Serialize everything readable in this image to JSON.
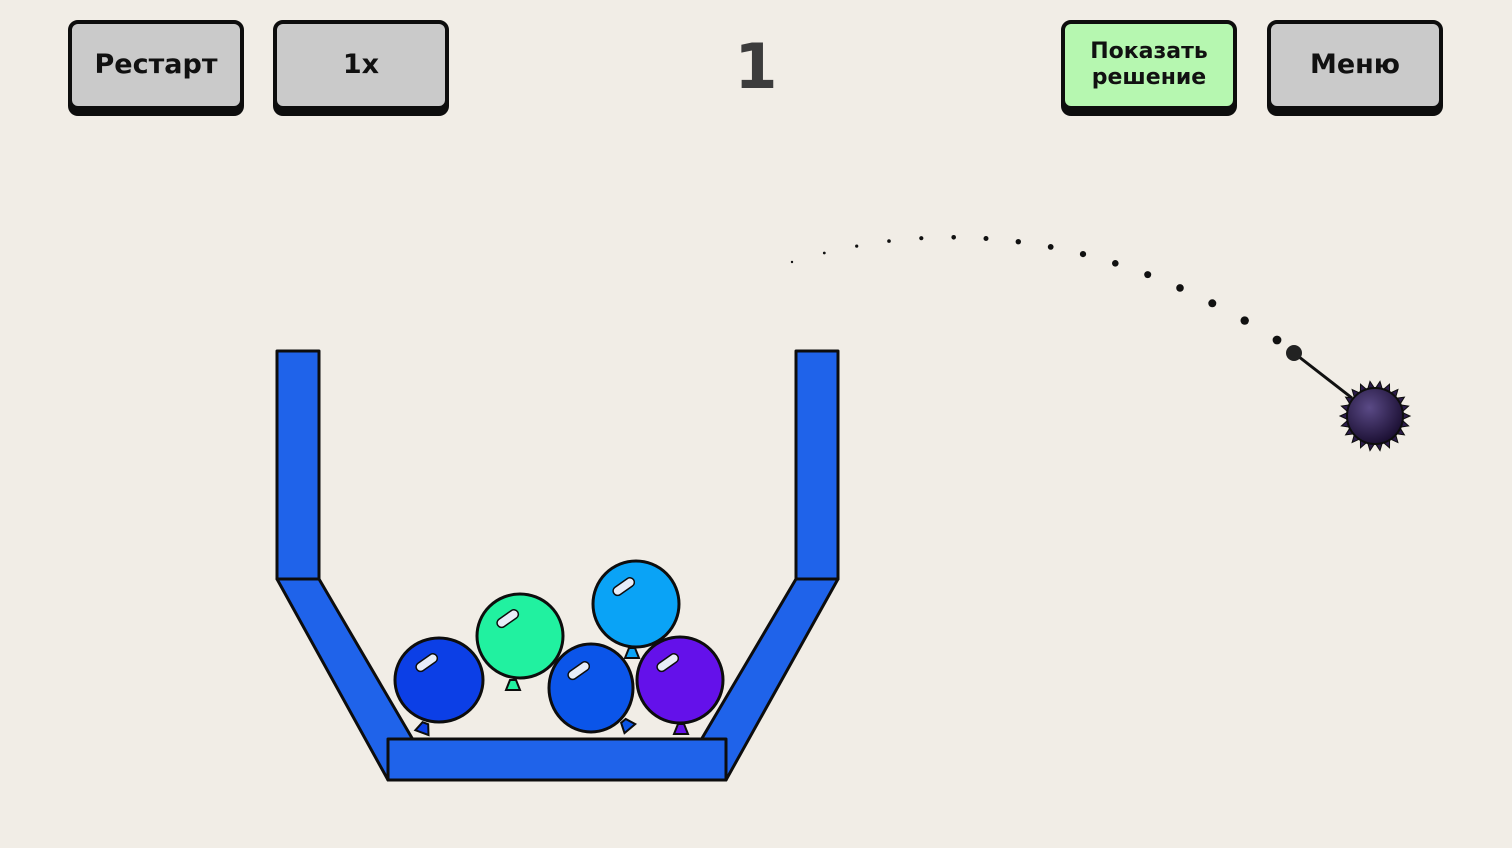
{
  "toolbar": {
    "restart_label": "Рестарт",
    "speed_label": "1x",
    "solution_label_line1": "Показать",
    "solution_label_line2": "решение",
    "menu_label": "Меню"
  },
  "level": {
    "number": "1"
  },
  "colors": {
    "background": "#f1ede6",
    "container": "#1f63ea",
    "solution_button": "#b6f7b0",
    "default_button": "#cacaca",
    "spiked_ball": "#2c1c4a"
  },
  "balloons": [
    {
      "color": "#0c3fe6",
      "label": "dark-blue"
    },
    {
      "color": "#21f1a0",
      "label": "mint"
    },
    {
      "color": "#0aa3f6",
      "label": "sky-blue"
    },
    {
      "color": "#0b55e9",
      "label": "blue"
    },
    {
      "color": "#6411ea",
      "label": "purple"
    }
  ]
}
